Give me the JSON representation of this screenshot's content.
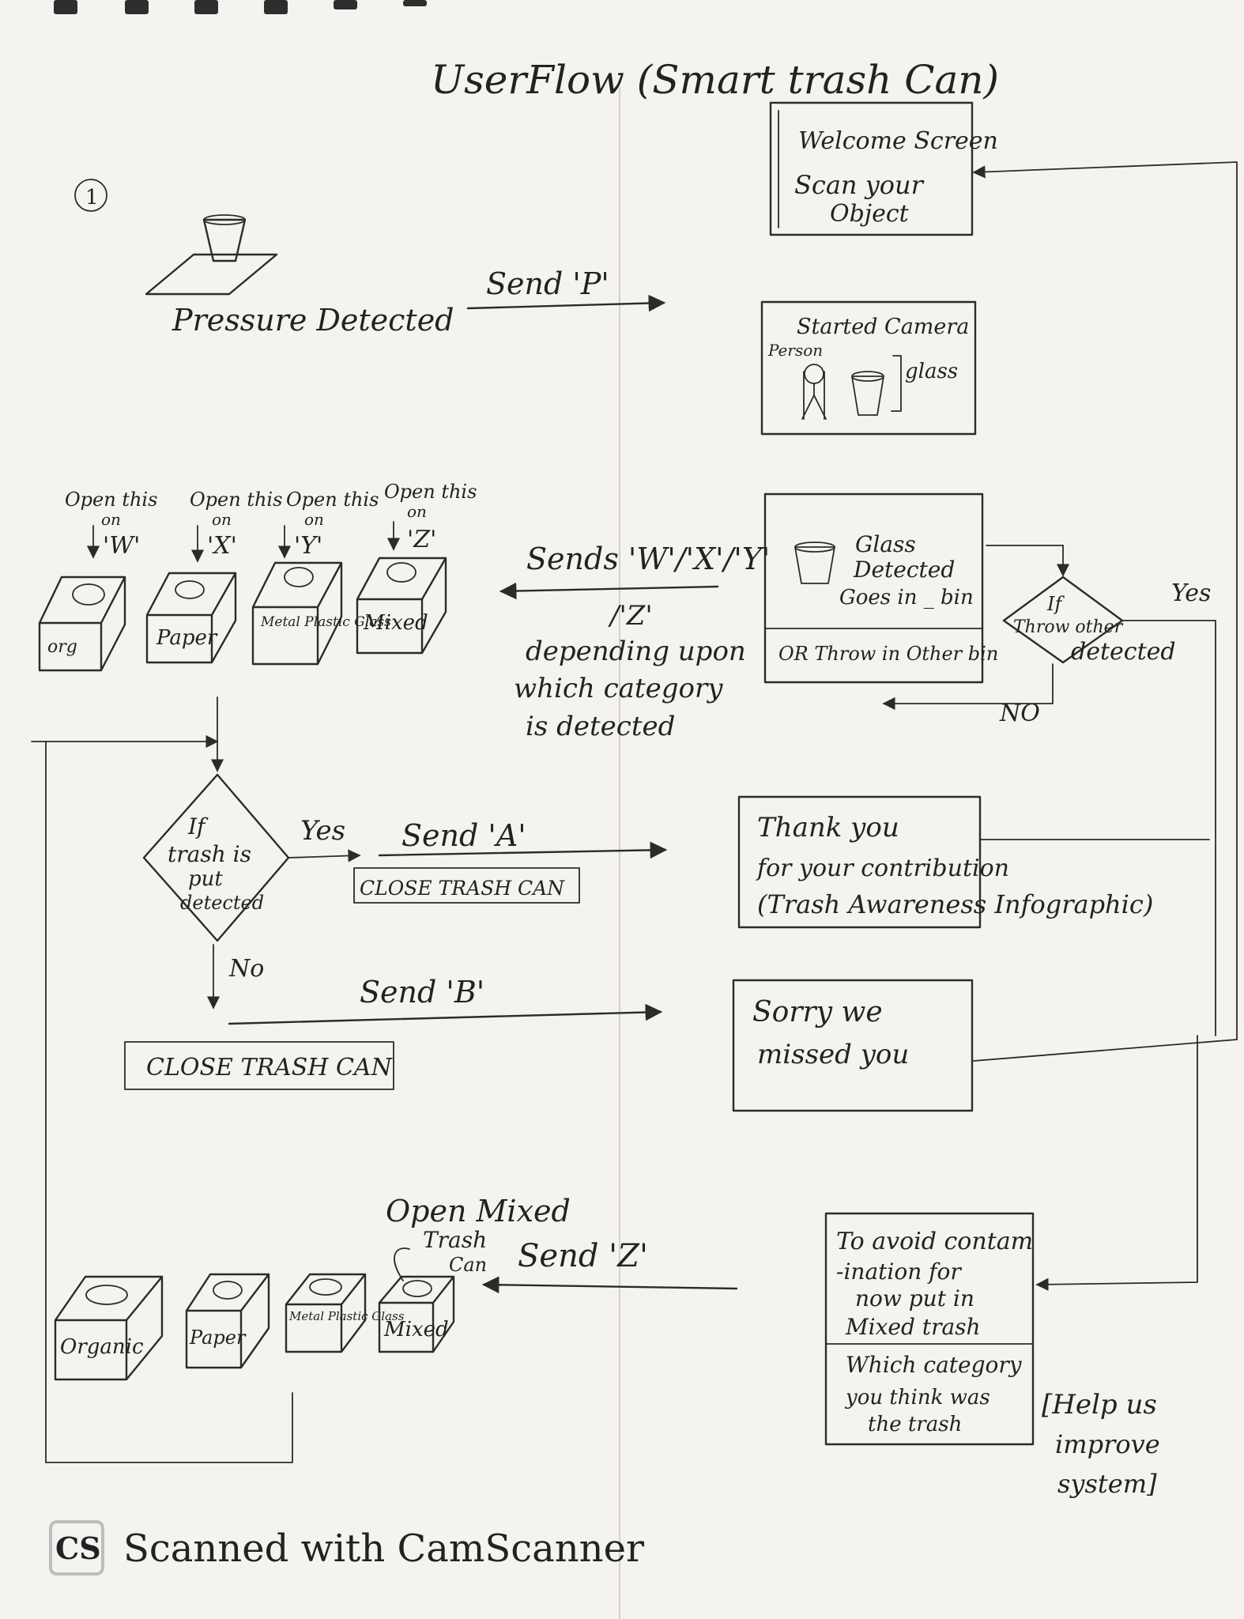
{
  "title": "UserFlow (Smart trash Can)",
  "step_marker": "1",
  "pressure": {
    "label": "Pressure Detected",
    "arrow_label": "Send 'P'"
  },
  "screens": {
    "welcome": [
      "Welcome Screen",
      "Scan your",
      "Object"
    ],
    "camera": {
      "title": "Started Camera",
      "person": "Person",
      "glass": "glass"
    },
    "detected": {
      "lines": [
        "Glass",
        "Detected",
        "Goes in _ bin"
      ],
      "footer": "OR Throw in Other bin"
    },
    "thank_you": [
      "Thank you",
      "for your contribution",
      "(Trash Awareness Infographic)"
    ],
    "sorry": [
      "Sorry we",
      "missed you"
    ],
    "contamination": {
      "top": [
        "To avoid contam",
        "-ination for",
        "now put in",
        "Mixed trash"
      ],
      "bottom": [
        "Which category",
        "you think was",
        "the trash"
      ],
      "side_note": [
        "[Help us",
        "improve",
        "system]"
      ]
    }
  },
  "decision_other": {
    "text": [
      "If",
      "Throw other",
      "detected"
    ],
    "yes": "Yes",
    "no": "NO"
  },
  "sends_wxyz": {
    "arrow_label": "Sends 'W'/'X'/'Y'",
    "lines": [
      "/'Z'",
      "depending upon",
      "which category",
      "is detected"
    ]
  },
  "open_labels": [
    {
      "text": "Open this",
      "on": "on",
      "code": "'W'"
    },
    {
      "text": "Open this",
      "on": "on",
      "code": "'X'"
    },
    {
      "text": "Open this",
      "on": "on",
      "code": "'Y'"
    },
    {
      "text": "Open this",
      "on": "on",
      "code": "'Z'"
    }
  ],
  "bins_top": [
    "org",
    "Paper",
    "Metal Plastic Glass",
    "Mixed"
  ],
  "decision_trash": {
    "text": [
      "If",
      "trash is",
      "put",
      "detected"
    ],
    "yes": "Yes",
    "no": "No"
  },
  "send_a": {
    "label": "Send 'A'",
    "box": "CLOSE TRASH CAN"
  },
  "send_b": {
    "label": "Send 'B'",
    "box": "CLOSE TRASH CAN"
  },
  "open_mixed": {
    "lines": [
      "Open Mixed",
      "Trash",
      "Can"
    ],
    "send": "Send 'Z'"
  },
  "bins_bottom": [
    "Organic",
    "Paper",
    "Metal Plastic Glass",
    "Mixed"
  ],
  "watermark": {
    "logo": "CS",
    "text": "Scanned with CamScanner"
  }
}
